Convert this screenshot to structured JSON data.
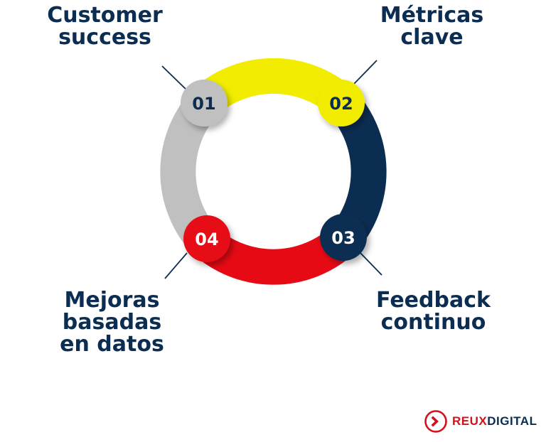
{
  "steps": [
    {
      "number": "01",
      "label": "Customer\nsuccess",
      "color": "#c0c0c0"
    },
    {
      "number": "02",
      "label": "Métricas\nclave",
      "color": "#f2ec00"
    },
    {
      "number": "03",
      "label": "Feedback\ncontinuo",
      "color": "#0c2d52"
    },
    {
      "number": "04",
      "label": "Mejoras\nbasadas\nen datos",
      "color": "#e60a14"
    }
  ],
  "colors": {
    "text": "#0c2d52",
    "number_dark": "#0c2d52",
    "number_light": "#ffffff",
    "brand_red": "#d4101c"
  },
  "brand": {
    "logo_icon": "chevron-right-circle-icon",
    "name_part1": "REUX",
    "name_part2": "DIGITAL"
  }
}
